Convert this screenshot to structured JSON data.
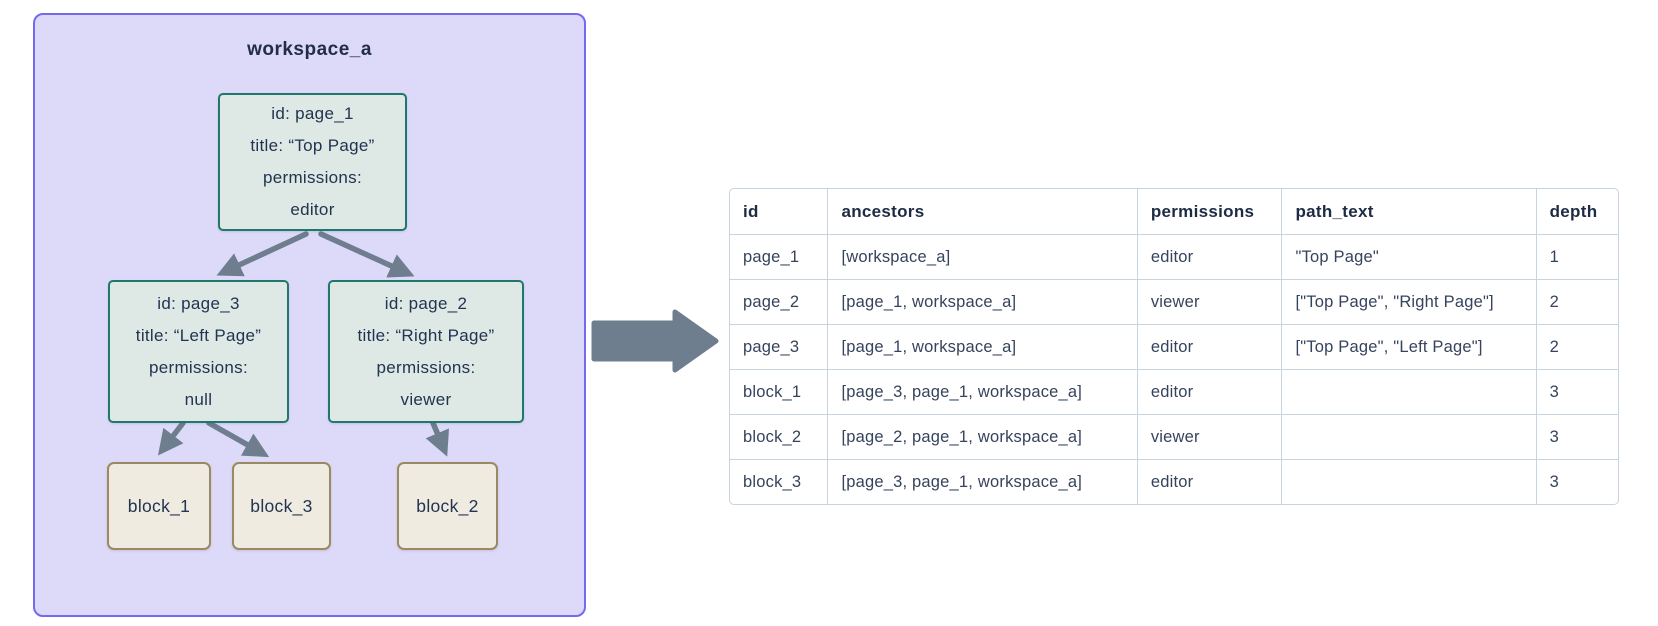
{
  "colors": {
    "workspace_fill": "#dcd9f9",
    "workspace_border": "#7569ee",
    "page_node_fill": "#dee9e5",
    "page_node_border": "#20786b",
    "block_node_fill": "#f0ebe1",
    "block_node_border": "#998a63",
    "arrow": "#6e7e8e",
    "table_border": "#c8d3e0",
    "text_dark": "#213450"
  },
  "workspace": {
    "title": "workspace_a",
    "pages": [
      {
        "lines": [
          "id: page_1",
          "title: “Top Page”",
          "permissions:",
          "editor"
        ]
      },
      {
        "lines": [
          "id: page_3",
          "title: “Left Page”",
          "permissions:",
          "null"
        ]
      },
      {
        "lines": [
          "id: page_2",
          "title: “Right Page”",
          "permissions:",
          "viewer"
        ]
      }
    ],
    "blocks": [
      {
        "label": "block_1"
      },
      {
        "label": "block_3"
      },
      {
        "label": "block_2"
      }
    ]
  },
  "table": {
    "columns": [
      "id",
      "ancestors",
      "permissions",
      "path_text",
      "depth"
    ],
    "rows": [
      [
        "page_1",
        "[workspace_a]",
        "editor",
        "\"Top Page\"",
        "1"
      ],
      [
        "page_2",
        "[page_1, workspace_a]",
        "viewer",
        "[\"Top Page\", \"Right Page\"]",
        "2"
      ],
      [
        "page_3",
        "[page_1, workspace_a]",
        "editor",
        "[\"Top Page\", \"Left Page\"]",
        "2"
      ],
      [
        "block_1",
        "[page_3, page_1, workspace_a]",
        "editor",
        "",
        "3"
      ],
      [
        "block_2",
        "[page_2, page_1, workspace_a]",
        "viewer",
        "",
        "3"
      ],
      [
        "block_3",
        "[page_3, page_1, workspace_a]",
        "editor",
        "",
        "3"
      ]
    ]
  }
}
